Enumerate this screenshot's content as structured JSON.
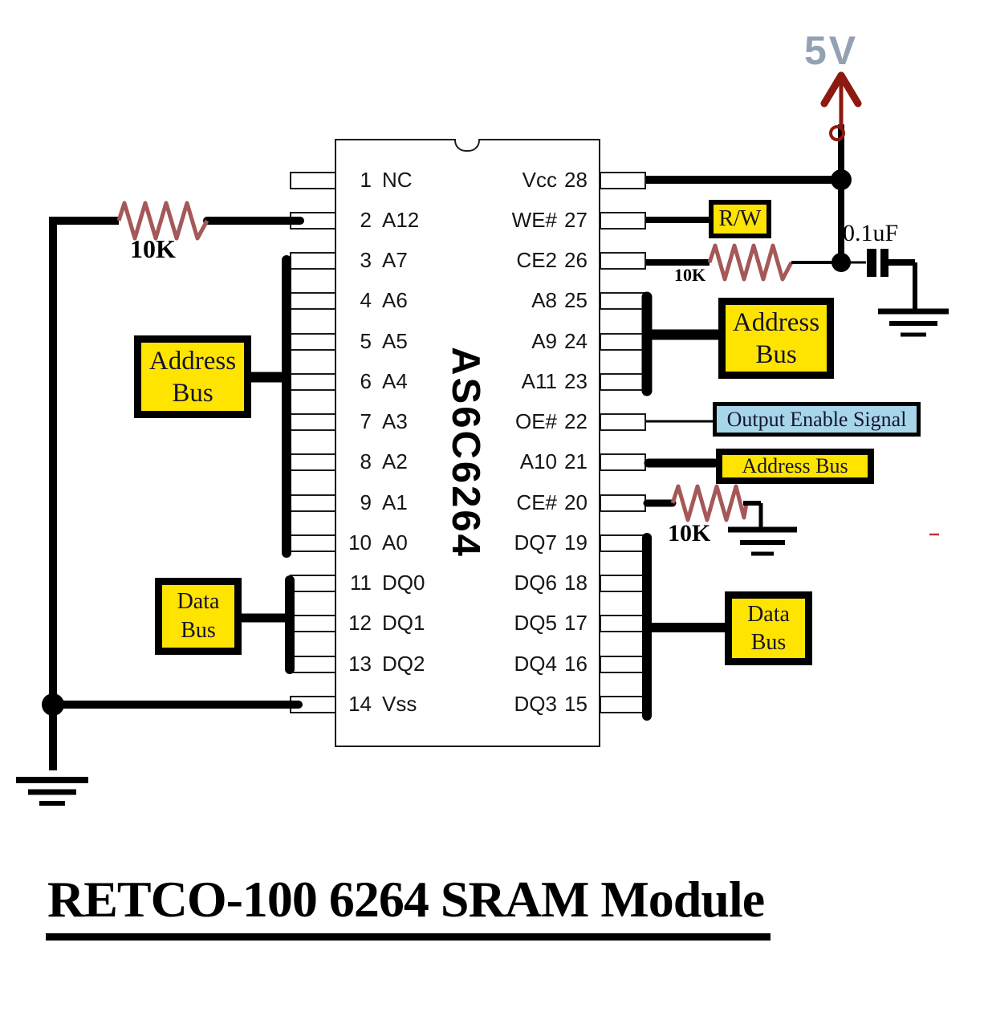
{
  "title": "RETCO-100 6264 SRAM Module",
  "chip": {
    "name": "AS6C6264",
    "left_pins": [
      {
        "num": "1",
        "name": "NC"
      },
      {
        "num": "2",
        "name": "A12"
      },
      {
        "num": "3",
        "name": "A7"
      },
      {
        "num": "4",
        "name": "A6"
      },
      {
        "num": "5",
        "name": "A5"
      },
      {
        "num": "6",
        "name": "A4"
      },
      {
        "num": "7",
        "name": "A3"
      },
      {
        "num": "8",
        "name": "A2"
      },
      {
        "num": "9",
        "name": "A1"
      },
      {
        "num": "10",
        "name": "A0"
      },
      {
        "num": "11",
        "name": "DQ0"
      },
      {
        "num": "12",
        "name": "DQ1"
      },
      {
        "num": "13",
        "name": "DQ2"
      },
      {
        "num": "14",
        "name": "Vss"
      }
    ],
    "right_pins": [
      {
        "num": "28",
        "name": "Vcc"
      },
      {
        "num": "27",
        "name": "WE#"
      },
      {
        "num": "26",
        "name": "CE2"
      },
      {
        "num": "25",
        "name": "A8"
      },
      {
        "num": "24",
        "name": "A9"
      },
      {
        "num": "23",
        "name": "A11"
      },
      {
        "num": "22",
        "name": "OE#"
      },
      {
        "num": "21",
        "name": "A10"
      },
      {
        "num": "20",
        "name": "CE#"
      },
      {
        "num": "19",
        "name": "DQ7"
      },
      {
        "num": "18",
        "name": "DQ6"
      },
      {
        "num": "17",
        "name": "DQ5"
      },
      {
        "num": "16",
        "name": "DQ4"
      },
      {
        "num": "15",
        "name": "DQ3"
      }
    ]
  },
  "labels": {
    "supply": "5V",
    "capacitor": "0.1uF",
    "resistor_left": "10K",
    "resistor_ce2": "10K",
    "resistor_ce": "10K"
  },
  "boxes": {
    "rw": "R/W",
    "address_bus_left": "Address Bus",
    "data_bus_left": "Data Bus",
    "address_bus_right": "Address Bus",
    "output_enable": "Output Enable Signal",
    "address_bus_small": "Address Bus",
    "data_bus_right": "Data Bus"
  },
  "colors": {
    "box_yellow": "#FFE400",
    "box_blue": "#A7D6E9",
    "resistor": "#A45858",
    "supply_arrow": "#8C1A11",
    "supply_text": "#93A2B3",
    "wire": "#000000"
  }
}
